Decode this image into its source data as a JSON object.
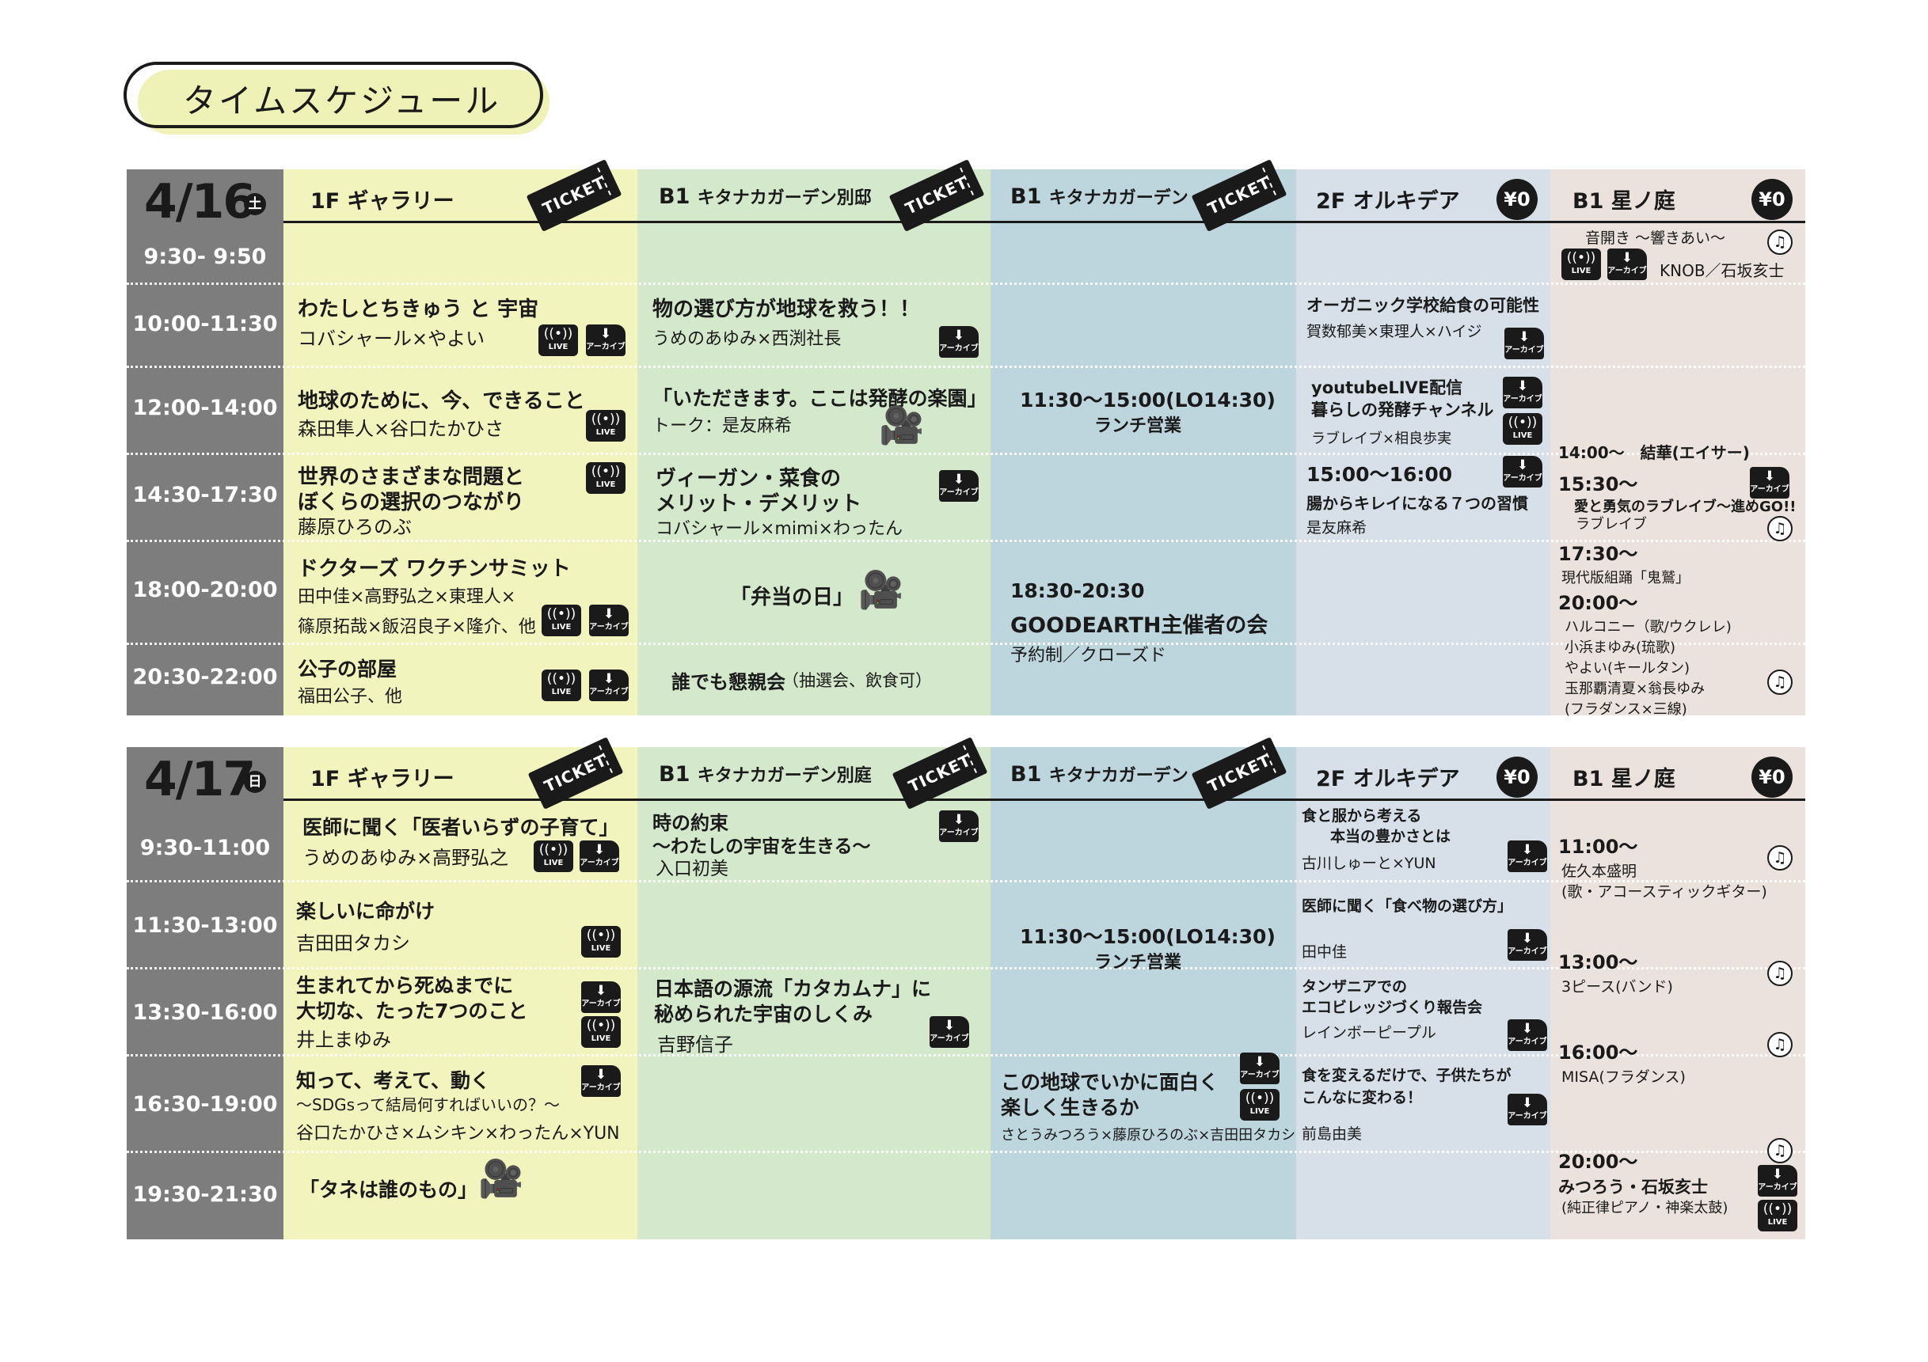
{
  "title": "タイムスケジュール",
  "labels": {
    "ticket": "TICKET",
    "free": "¥0",
    "live": "LIVE",
    "archive": "アーカイブ",
    "live_symbol": "((•))",
    "archive_symbol": "⬇",
    "note_symbol": "♫",
    "camera_symbol": "🎥"
  },
  "venues": {
    "v1": "1F ギャラリー",
    "v2a": "B1 ",
    "v2b": "キタナカガーデン別邸",
    "v2c": "キタナカガーデン別庭",
    "v3a": "B1 ",
    "v3b": "キタナカガーデン",
    "v4": "2F オルキデア",
    "v5": "B1 星ノ庭"
  },
  "day1": {
    "date": "4/16",
    "dow": "土",
    "times": [
      "9:30- 9:50",
      "10:00-11:30",
      "12:00-14:00",
      "14:30-17:30",
      "18:00-20:00",
      "20:30-22:00"
    ],
    "c1": {
      "e1_title": "わたしとちきゅう と 宇宙",
      "e1_who": "コバシャール×やよい",
      "e2_title": "地球のために、今、できること",
      "e2_who": "森田隼人×谷口たかひさ",
      "e3_title1": "世界のさまざまな問題と",
      "e3_title2": "ぼくらの選択のつながり",
      "e3_who": "藤原ひろのぶ",
      "e4_title": "ドクターズ ワクチンサミット",
      "e4_who1": "田中佳×高野弘之×東理人×",
      "e4_who2": "篠原拓哉×飯沼良子×隆介、他",
      "e5_title": "公子の部屋",
      "e5_who": "福田公子、他"
    },
    "c2": {
      "e1_title": "物の選び方が地球を救う！！",
      "e1_who": "うめのあゆみ×西渕社長",
      "e2_title": "「いただきます。ここは発酵の楽園」",
      "e2_who": "トーク：是友麻希",
      "e3_title1": "ヴィーガン・菜食の",
      "e3_title2": "メリット・デメリット",
      "e3_who": "コバシャール×mimi×わったん",
      "e4_title": "「弁当の日」",
      "e5_title": "誰でも懇親会",
      "e5_sub": "（抽選会、飲食可）"
    },
    "c3": {
      "lunch_time": "11:30〜15:00(LO14:30)",
      "lunch_label": "ランチ営業",
      "e2_time": "18:30-20:30",
      "e2_title": "GOODEARTH主催者の会",
      "e2_sub": "予約制／クローズド"
    },
    "c4": {
      "e1_title": "オーガニック学校給食の可能性",
      "e1_who": "賀数郁美×東理人×ハイジ",
      "e2_title1": "youtubeLIVE配信",
      "e2_title2": "暮らしの発酵チャンネル",
      "e2_who": "ラブレイブ×相良歩実",
      "e3_time": "15:00〜16:00",
      "e3_title": "腸からキレイになる７つの習慣",
      "e3_who": "是友麻希"
    },
    "c5": {
      "e1_title": "音開き 〜響きあい〜",
      "e1_who": "KNOB／石坂亥士",
      "e2": "14:00〜　結華(エイサー)",
      "e3_time": "15:30〜",
      "e3_title": "愛と勇気のラブレイブ〜進めGO!!",
      "e3_who": "ラブレイブ",
      "e4_time": "17:30〜",
      "e4_title": "現代版組踊「鬼鷲」",
      "e5_time": "20:00〜",
      "e5_l1": "ハルコニー（歌/ウクレレ)",
      "e5_l2": "小浜まゆみ(琉歌)",
      "e5_l3": "やよい(キールタン)",
      "e5_l4": "玉那覇清夏×翁長ゆみ",
      "e5_l5": "(フラダンス×三線)"
    }
  },
  "day2": {
    "date": "4/17",
    "dow": "日",
    "times": [
      "9:30-11:00",
      "11:30-13:00",
      "13:30-16:00",
      "16:30-19:00",
      "19:30-21:30"
    ],
    "c1": {
      "e1_title": "医師に聞く「医者いらずの子育て」",
      "e1_who": "うめのあゆみ×高野弘之",
      "e2_title": "楽しいに命がけ",
      "e2_who": "吉田田タカシ",
      "e3_title1": "生まれてから死ぬまでに",
      "e3_title2": "大切な、たった7つのこと",
      "e3_who": "井上まゆみ",
      "e4_title": "知って、考えて、動く",
      "e4_sub": "〜SDGsって結局何すればいいの？〜",
      "e4_who": "谷口たかひさ×ムシキン×わったん×YUN",
      "e5_title": "「タネは誰のもの」"
    },
    "c2": {
      "e1_title1": "時の約束",
      "e1_title2": "〜わたしの宇宙を生きる〜",
      "e1_who": "入口初美",
      "e2_title1": "日本語の源流「カタカムナ」に",
      "e2_title2": "秘められた宇宙のしくみ",
      "e2_who": "吉野信子"
    },
    "c3": {
      "lunch_time": "11:30〜15:00(LO14:30)",
      "lunch_label": "ランチ営業",
      "e2_title1": "この地球でいかに面白く",
      "e2_title2": "楽しく生きるか",
      "e2_who": "さとうみつろう×藤原ひろのぶ×吉田田タカシ"
    },
    "c4": {
      "e1_title1": "食と服から考える",
      "e1_title2": "本当の豊かさとは",
      "e1_who": "古川しゅーと×YUN",
      "e2_title": "医師に聞く「食べ物の選び方」",
      "e2_who": "田中佳",
      "e3_title1": "タンザニアでの",
      "e3_title2": "エコビレッジづくり報告会",
      "e3_who": "レインボーピープル",
      "e4_title1": "食を変えるだけで、子供たちが",
      "e4_title2": "こんなに変わる！",
      "e4_who": "前島由美"
    },
    "c5": {
      "e1_time": "11:00〜",
      "e1_who1": "佐久本盛明",
      "e1_who2": "(歌・アコースティックギター)",
      "e2_time": "13:00〜",
      "e2_who": "3ピース(バンド)",
      "e3_time": "16:00〜",
      "e3_who": "MISA(フラダンス)",
      "e4_time": "20:00〜",
      "e4_title": "みつろう・石坂亥士",
      "e4_sub": "(純正律ピアノ・神楽太鼓)"
    }
  }
}
